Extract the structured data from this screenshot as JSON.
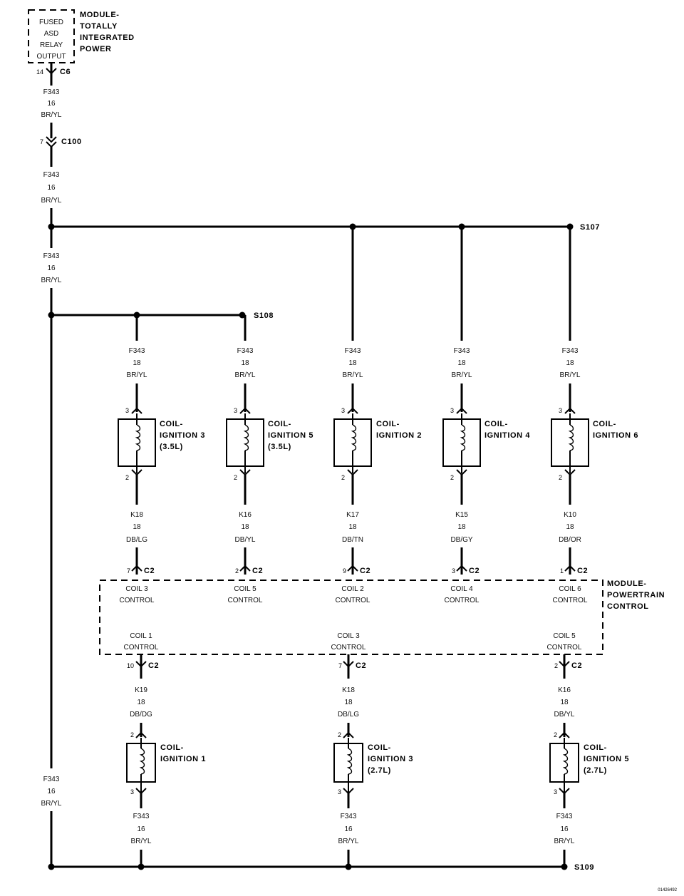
{
  "tipm": {
    "box_lines": [
      "FUSED",
      "ASD",
      "RELAY",
      "OUTPUT"
    ],
    "name_lines": [
      "MODULE-",
      "TOTALLY",
      "INTEGRATED",
      "POWER"
    ],
    "pin": "14",
    "connector": "C6"
  },
  "c100": {
    "pin": "7",
    "connector": "C100"
  },
  "wire_f343_16": {
    "circuit": "F343",
    "gauge": "16",
    "color": "BR/YL"
  },
  "wire_f343_18": {
    "circuit": "F343",
    "gauge": "18",
    "color": "BR/YL"
  },
  "splices": {
    "s107": "S107",
    "s108": "S108",
    "s109": "S109"
  },
  "upper_coils": [
    {
      "name1": "COIL-",
      "name2": "IGNITION 3",
      "name3": "(3.5L)",
      "top_pin": "3",
      "bottom_pin": "2",
      "circuit": "K18",
      "gauge": "18",
      "color": "DB/LG",
      "pcm_pin": "7",
      "pcm_conn": "C2",
      "pcm_line1": "COIL 3",
      "pcm_line2": "CONTROL"
    },
    {
      "name1": "COIL-",
      "name2": "IGNITION 5",
      "name3": "(3.5L)",
      "top_pin": "3",
      "bottom_pin": "2",
      "circuit": "K16",
      "gauge": "18",
      "color": "DB/YL",
      "pcm_pin": "2",
      "pcm_conn": "C2",
      "pcm_line1": "COIL 5",
      "pcm_line2": "CONTROL"
    },
    {
      "name1": "COIL-",
      "name2": "IGNITION 2",
      "name3": "",
      "top_pin": "3",
      "bottom_pin": "2",
      "circuit": "K17",
      "gauge": "18",
      "color": "DB/TN",
      "pcm_pin": "9",
      "pcm_conn": "C2",
      "pcm_line1": "COIL 2",
      "pcm_line2": "CONTROL"
    },
    {
      "name1": "COIL-",
      "name2": "IGNITION 4",
      "name3": "",
      "top_pin": "3",
      "bottom_pin": "2",
      "circuit": "K15",
      "gauge": "18",
      "color": "DB/GY",
      "pcm_pin": "3",
      "pcm_conn": "C2",
      "pcm_line1": "COIL 4",
      "pcm_line2": "CONTROL"
    },
    {
      "name1": "COIL-",
      "name2": "IGNITION 6",
      "name3": "",
      "top_pin": "3",
      "bottom_pin": "2",
      "circuit": "K10",
      "gauge": "18",
      "color": "DB/OR",
      "pcm_pin": "1",
      "pcm_conn": "C2",
      "pcm_line1": "COIL 6",
      "pcm_line2": "CONTROL"
    }
  ],
  "pcm": {
    "name_lines": [
      "MODULE-",
      "POWERTRAIN",
      "CONTROL"
    ]
  },
  "lower_coils": [
    {
      "pcm_line1": "COIL 1",
      "pcm_line2": "CONTROL",
      "pcm_pin": "10",
      "pcm_conn": "C2",
      "circuit": "K19",
      "gauge": "18",
      "color": "DB/DG",
      "top_pin": "2",
      "bottom_pin": "3",
      "name1": "COIL-",
      "name2": "IGNITION 1",
      "name3": ""
    },
    {
      "pcm_line1": "COIL 3",
      "pcm_line2": "CONTROL",
      "pcm_pin": "7",
      "pcm_conn": "C2",
      "circuit": "K18",
      "gauge": "18",
      "color": "DB/LG",
      "top_pin": "2",
      "bottom_pin": "3",
      "name1": "COIL-",
      "name2": "IGNITION 3",
      "name3": "(2.7L)"
    },
    {
      "pcm_line1": "COIL 5",
      "pcm_line2": "CONTROL",
      "pcm_pin": "2",
      "pcm_conn": "C2",
      "circuit": "K16",
      "gauge": "18",
      "color": "DB/YL",
      "top_pin": "2",
      "bottom_pin": "3",
      "name1": "COIL-",
      "name2": "IGNITION 5",
      "name3": "(2.7L)"
    }
  ],
  "figure_id": "01426492"
}
